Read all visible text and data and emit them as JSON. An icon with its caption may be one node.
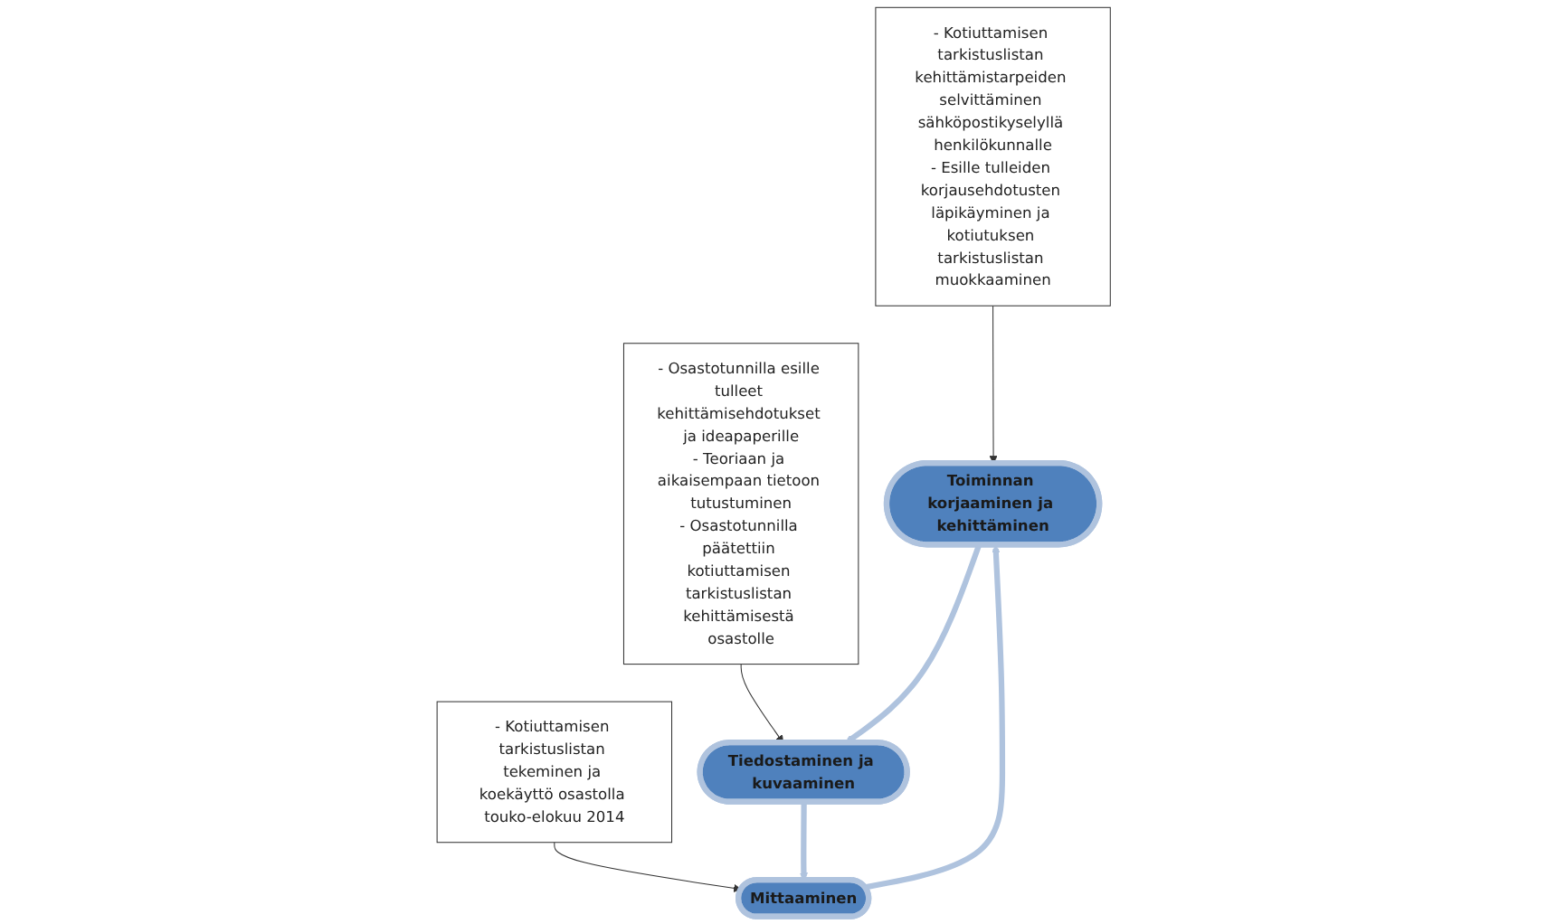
{
  "diagram": {
    "nodes": [
      {
        "text": [
          "- Kotiuttamisen tarkistuslistan kehittämistarpeiden selvittäminen sähköpostikyselyllä henkilökunnalle",
          "- Esille tulleiden korjausehdotusten läpikäyminen ja kotiutuksen tarkistuslistan muokkaaminen"
        ]
      },
      {
        "text": [
          "Toiminnan korjaaminen ja kehittäminen"
        ]
      },
      {
        "text": [
          "Tiedostaminen ja kuvaaminen"
        ]
      },
      {
        "text": [
          "- Osastotunnilla esille tulleet kehittämisehdotukset ja ideapaperille",
          "- Teoriaan ja aikaisempaan tietoon tutustuminen",
          "- Osastotunnilla päätettiin kotiuttamisen tarkistuslistan kehittämisestä osastolle"
        ]
      },
      {
        "text": [
          "Mittaaminen"
        ]
      },
      {
        "text": [
          "- Kotiuttamisen tarkistuslistan tekeminen ja koekäyttö osastolla touko-elokuu 2014"
        ]
      }
    ],
    "edges": [
      {
        "from": 0,
        "to": 1,
        "arrow": "to"
      },
      {
        "from": 3,
        "to": 2,
        "arrow": "to"
      },
      {
        "from": 5,
        "to": 4,
        "arrow": "to"
      },
      {
        "from": 1,
        "to": 2,
        "arrow": "to",
        "style": "thick",
        "color": "#afc3de"
      },
      {
        "from": 2,
        "to": 4,
        "arrow": "to",
        "style": "thick",
        "color": "#afc3de"
      },
      {
        "from": 4,
        "to": 1,
        "arrow": "to",
        "style": "thick",
        "color": "#afc3de"
      }
    ]
  }
}
